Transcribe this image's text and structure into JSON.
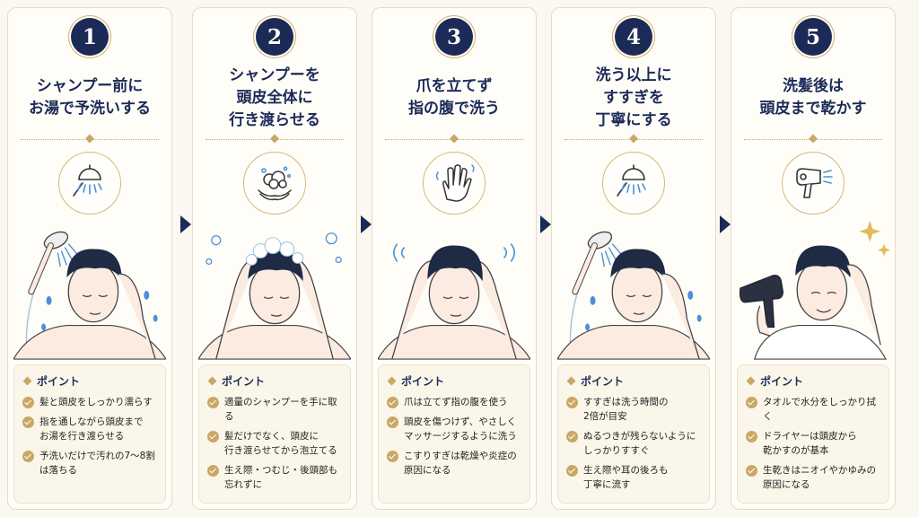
{
  "colors": {
    "navy": "#1c2a57",
    "gold": "#c9a765",
    "water": "#4a90d9",
    "background": "#fbf8f1"
  },
  "point_label": "ポイント",
  "steps": [
    {
      "number": "1",
      "title_lines": [
        "シャンプー前に",
        "お湯で予洗いする"
      ],
      "icon": "shower-icon",
      "illustration": "man-rinsing-with-shower",
      "points": [
        "髪と頭皮をしっかり濡らす",
        "指を通しながら頭皮まで\nお湯を行き渡らせる",
        "予洗いだけで汚れの7〜8割\nは落ちる"
      ]
    },
    {
      "number": "2",
      "title_lines": [
        "シャンプーを",
        "頭皮全体に",
        "行き渡らせる"
      ],
      "icon": "foam-hands-icon",
      "illustration": "man-lathering-shampoo",
      "points": [
        "適量のシャンプーを手に取る",
        "髪だけでなく、頭皮に\n行き渡らせてから泡立てる",
        "生え際・つむじ・後頭部も\n忘れずに"
      ]
    },
    {
      "number": "3",
      "title_lines": [
        "爪を立てず",
        "指の腹で洗う"
      ],
      "icon": "hand-icon",
      "illustration": "man-massaging-scalp",
      "points": [
        "爪は立てず指の腹を使う",
        "頭皮を傷つけず、やさしく\nマッサージするように洗う",
        "こすりすぎは乾燥や炎症の\n原因になる"
      ]
    },
    {
      "number": "4",
      "title_lines": [
        "洗う以上に",
        "すすぎを",
        "丁寧にする"
      ],
      "icon": "shower-icon",
      "illustration": "man-rinsing-with-shower",
      "points": [
        "すすぎは洗う時間の\n2倍が目安",
        "ぬるつきが残らないように\nしっかりすすぐ",
        "生え際や耳の後ろも\n丁寧に流す"
      ]
    },
    {
      "number": "5",
      "title_lines": [
        "洗髪後は",
        "頭皮まで乾かす"
      ],
      "icon": "hair-dryer-icon",
      "illustration": "man-drying-hair",
      "points": [
        "タオルで水分をしっかり拭く",
        "ドライヤーは頭皮から\n乾かすのが基本",
        "生乾きはニオイやかゆみの\n原因になる"
      ]
    }
  ]
}
